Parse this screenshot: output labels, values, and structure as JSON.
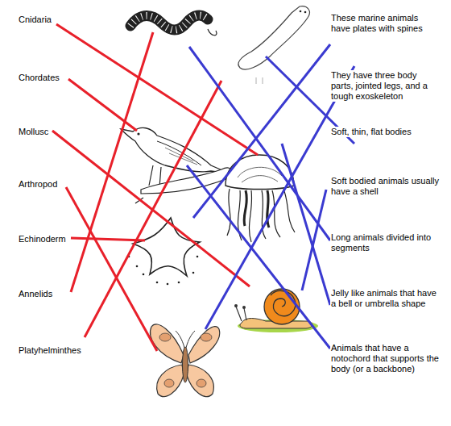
{
  "diagram": {
    "labels": [
      "Cnidaria",
      "Chordates",
      "Mollusc",
      "Arthropod",
      "Echinoderm",
      "Annelids",
      "Platyhelminthes",
      "These marine animals have plates with spines",
      "They have three body parts, jointed legs, and a tough exoskeleton",
      "Soft, thin, flat bodies",
      "Soft bodied animals usually have a shell",
      "Long animals divided into segments",
      "Jelly like animals that have a bell or umbrella shape",
      "Animals that have a notochord that supports the body (or a backbone)"
    ]
  }
}
